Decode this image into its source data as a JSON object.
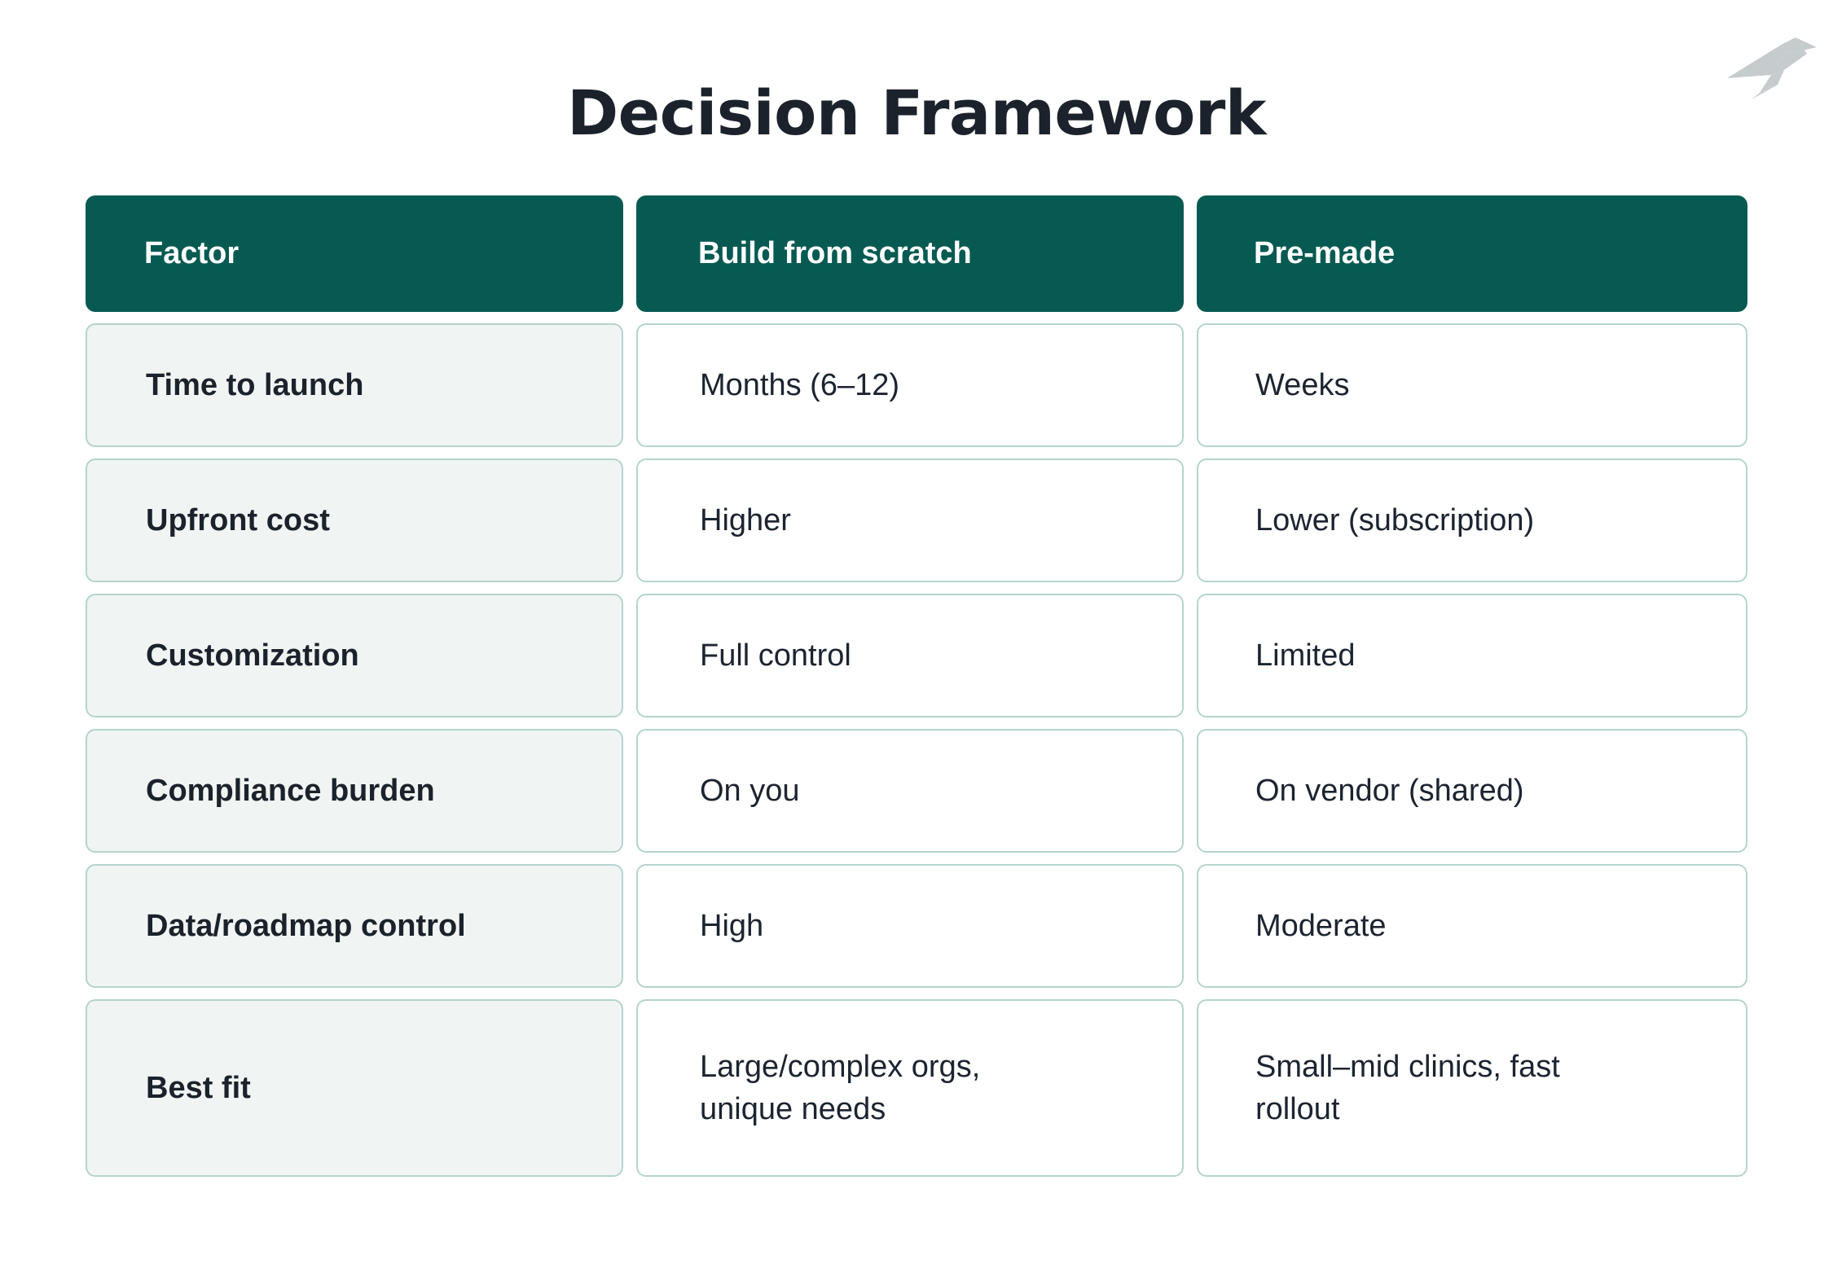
{
  "slide": {
    "title": "Decision Framework",
    "background_color": "#FFFFFF",
    "accent_color": "#065A52",
    "cell_border_color": "#B4D4CE",
    "factor_cell_color": "#F0F5F3",
    "title_color": "#1B222B",
    "logo_color": "#C6CBCD",
    "logo_name": "origami-bird-logo"
  },
  "table": {
    "headers": [
      {
        "label": "Factor"
      },
      {
        "label": "Build from scratch"
      },
      {
        "label": "Pre-made"
      }
    ],
    "rows": [
      {
        "factor": "Time to launch",
        "build": "Months (6–12)",
        "premade": "Weeks"
      },
      {
        "factor": "Upfront cost",
        "build": "Higher",
        "premade": "Lower (subscription)"
      },
      {
        "factor": "Customization",
        "build": "Full control",
        "premade": "Limited"
      },
      {
        "factor": "Compliance burden",
        "build": "On you",
        "premade": "On vendor (shared)"
      },
      {
        "factor": "Data/roadmap control",
        "build": "High",
        "premade": "Moderate"
      },
      {
        "factor": "Best fit",
        "build": "Large/complex orgs, unique needs",
        "premade": "Small–mid clinics, fast rollout"
      }
    ]
  }
}
